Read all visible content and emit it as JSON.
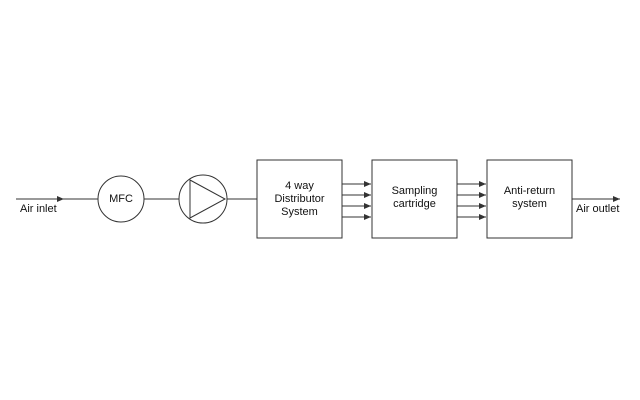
{
  "diagram": {
    "nodes": {
      "air_inlet": "Air inlet",
      "mfc": "MFC",
      "pump": "",
      "distributor": [
        "4 way",
        "Distributor",
        "System"
      ],
      "sampling": [
        "Sampling",
        "cartridge"
      ],
      "anti_return": [
        "Anti-return",
        "system"
      ],
      "air_outlet": "Air outlet"
    },
    "parallel_lines_between_boxes": 4,
    "colors": {
      "stroke": "#333333",
      "text": "#111111",
      "background": "#ffffff"
    }
  }
}
